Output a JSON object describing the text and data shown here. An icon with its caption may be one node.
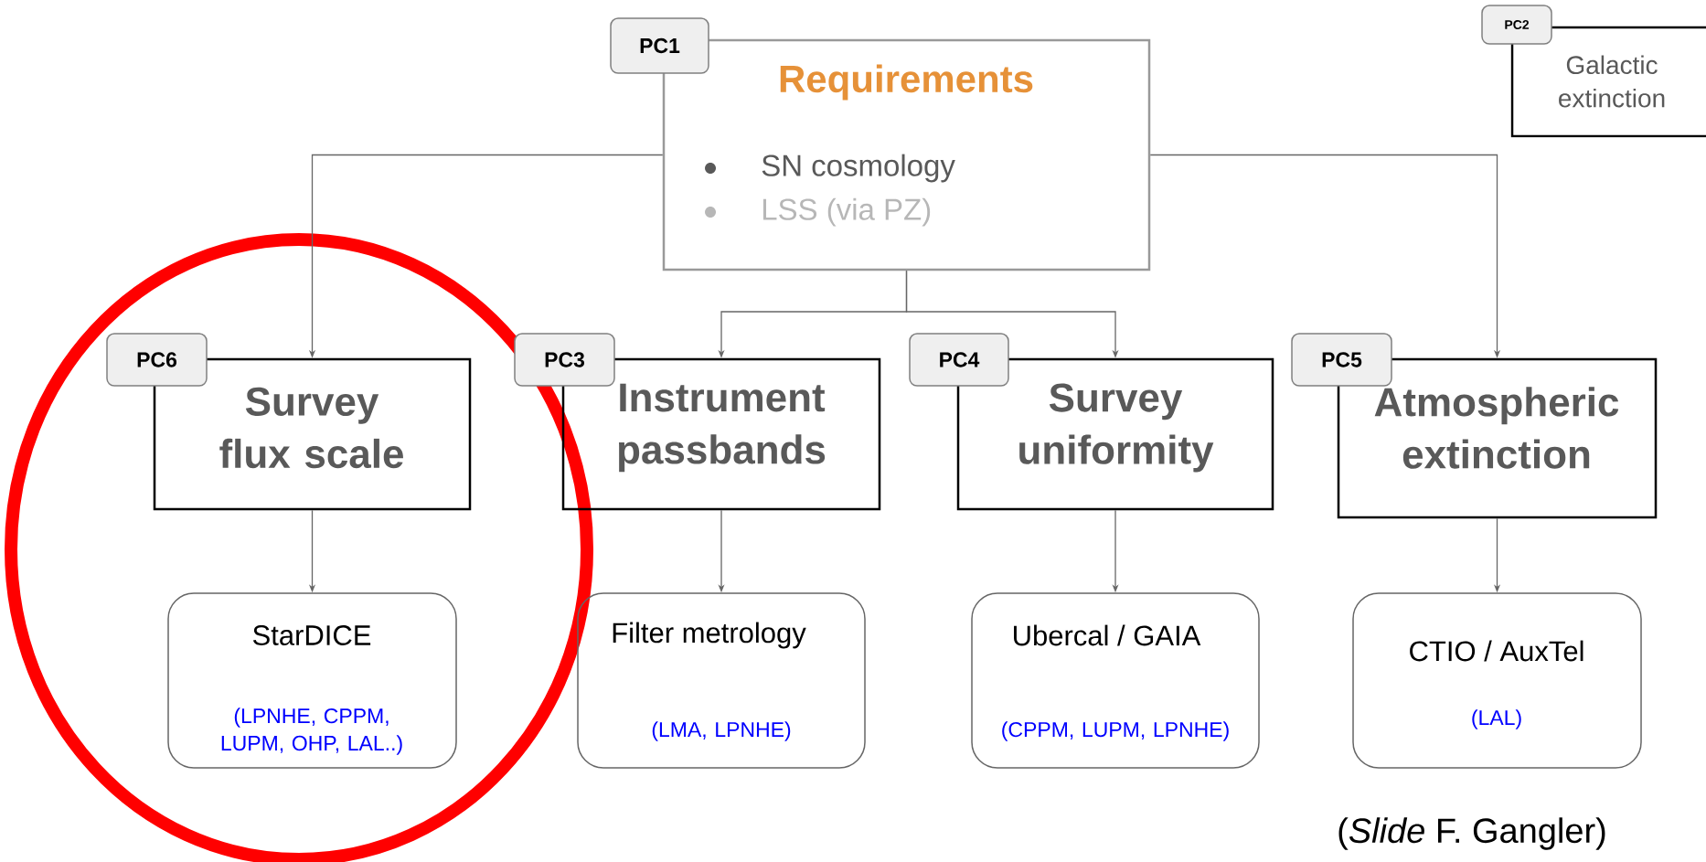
{
  "diagram": {
    "caption": "(*Slide* F. Gangler)",
    "nodes": [
      {
        "text": [
          "PC1"
        ]
      },
      {
        "text": [
          "Requirements",
          "SN cosmology",
          "LSS (via PZ)"
        ]
      },
      {
        "text": [
          "PC2"
        ]
      },
      {
        "text": [
          "Galactic extinction"
        ]
      },
      {
        "text": [
          "PC6"
        ]
      },
      {
        "text": [
          "Survey flux scale"
        ]
      },
      {
        "text": [
          "PC3"
        ]
      },
      {
        "text": [
          "Instrument passbands"
        ]
      },
      {
        "text": [
          "PC4"
        ]
      },
      {
        "text": [
          "Survey uniformity"
        ]
      },
      {
        "text": [
          "PC5"
        ]
      },
      {
        "text": [
          "Atmospheric extinction"
        ]
      },
      {
        "text": [
          "StarDICE",
          "(LPNHE, CPPM, LUPM, OHP, LAL..)"
        ]
      },
      {
        "text": [
          "Filter metrology",
          "(LMA, LPNHE)"
        ]
      },
      {
        "text": [
          "Ubercal / GAIA",
          "(CPPM, LUPM, LPNHE)"
        ]
      },
      {
        "text": [
          "CTIO / AuxTel",
          "(LAL)"
        ]
      }
    ],
    "edges": [
      {
        "from": 1,
        "to": 5,
        "arrow": "to"
      },
      {
        "from": 1,
        "to": 7,
        "arrow": "to"
      },
      {
        "from": 1,
        "to": 9,
        "arrow": "to"
      },
      {
        "from": 1,
        "to": 11,
        "arrow": "to"
      },
      {
        "from": 5,
        "to": 12,
        "arrow": "to"
      },
      {
        "from": 7,
        "to": 13,
        "arrow": "to"
      },
      {
        "from": 9,
        "to": 14,
        "arrow": "to"
      },
      {
        "from": 11,
        "to": 15,
        "arrow": "to"
      }
    ]
  }
}
